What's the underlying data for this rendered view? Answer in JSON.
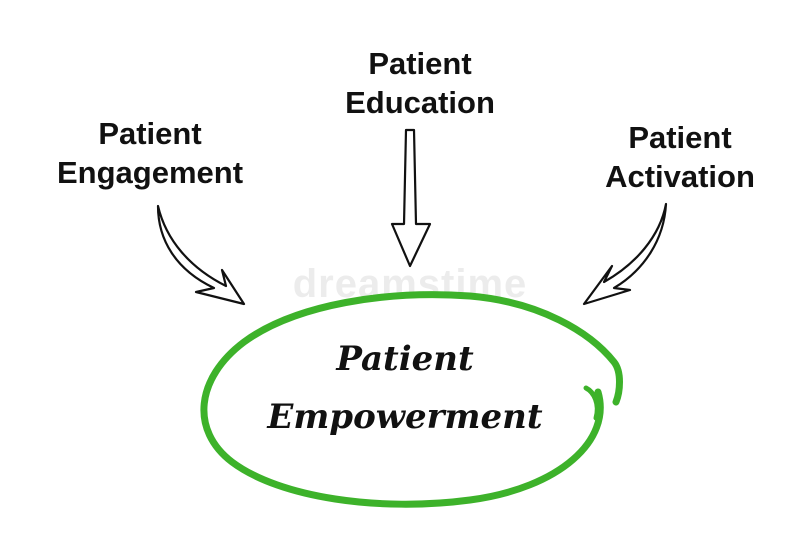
{
  "diagram": {
    "inputs": [
      {
        "line1": "Patient",
        "line2": "Engagement"
      },
      {
        "line1": "Patient",
        "line2": "Education"
      },
      {
        "line1": "Patient",
        "line2": "Activation"
      }
    ],
    "center": {
      "line1": "Patient",
      "line2": "Empowerment"
    },
    "watermark": "dreamstime",
    "colors": {
      "ellipse": "#3db22a",
      "arrow_stroke": "#111111",
      "arrow_fill": "#ffffff",
      "text": "#111111"
    }
  }
}
